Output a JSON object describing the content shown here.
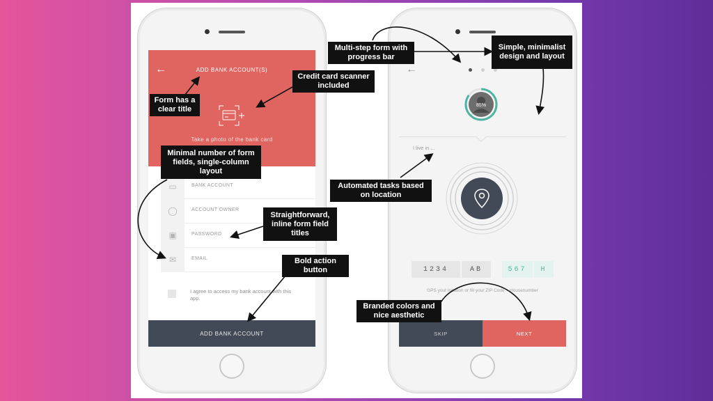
{
  "left_screen": {
    "title": "ADD BANK ACCOUNT(S)",
    "photo_hint": "Take a photo of the bank card",
    "fields": [
      {
        "label": "BANK ACCOUNT",
        "icon": "card-icon"
      },
      {
        "label": "ACCOUNT OWNER",
        "icon": "user-icon"
      },
      {
        "label": "PASSWORD",
        "icon": "lock-icon"
      },
      {
        "label": "EMAIL",
        "icon": "mail-icon"
      }
    ],
    "agree_text": "I agree to access my bank account with this app.",
    "cta_label": "ADD BANK ACCOUNT"
  },
  "right_screen": {
    "avatar_progress_label": "85%",
    "avatar_progress": 0.85,
    "live_in_text": "I live in ...",
    "zip_digits": "1234",
    "zip_letters": "AB",
    "house_number": "567",
    "house_suffix": "H",
    "gps_hint": "GPS your location or fill your ZIP Code + Housenumber",
    "skip_label": "SKIP",
    "next_label": "NEXT"
  },
  "annotations": {
    "form_title": "Form has a clear title",
    "card_scanner": "Credit card scanner included",
    "minimal_fields": "Minimal number of form fields, single-column layout",
    "inline_titles": "Straightforward, inline form field titles",
    "bold_action": "Bold action button",
    "multi_step": "Multi-step form with progress bar",
    "minimalist": "Simple, minimalist design and layout",
    "automated": "Automated tasks based on location",
    "branded": "Branded colors and nice aesthetic"
  },
  "colors": {
    "accent_red": "#e0645f",
    "slate": "#434a57",
    "teal": "#4fb3a3",
    "background_pink": "#e4559c",
    "background_purple": "#5e2e9b"
  }
}
